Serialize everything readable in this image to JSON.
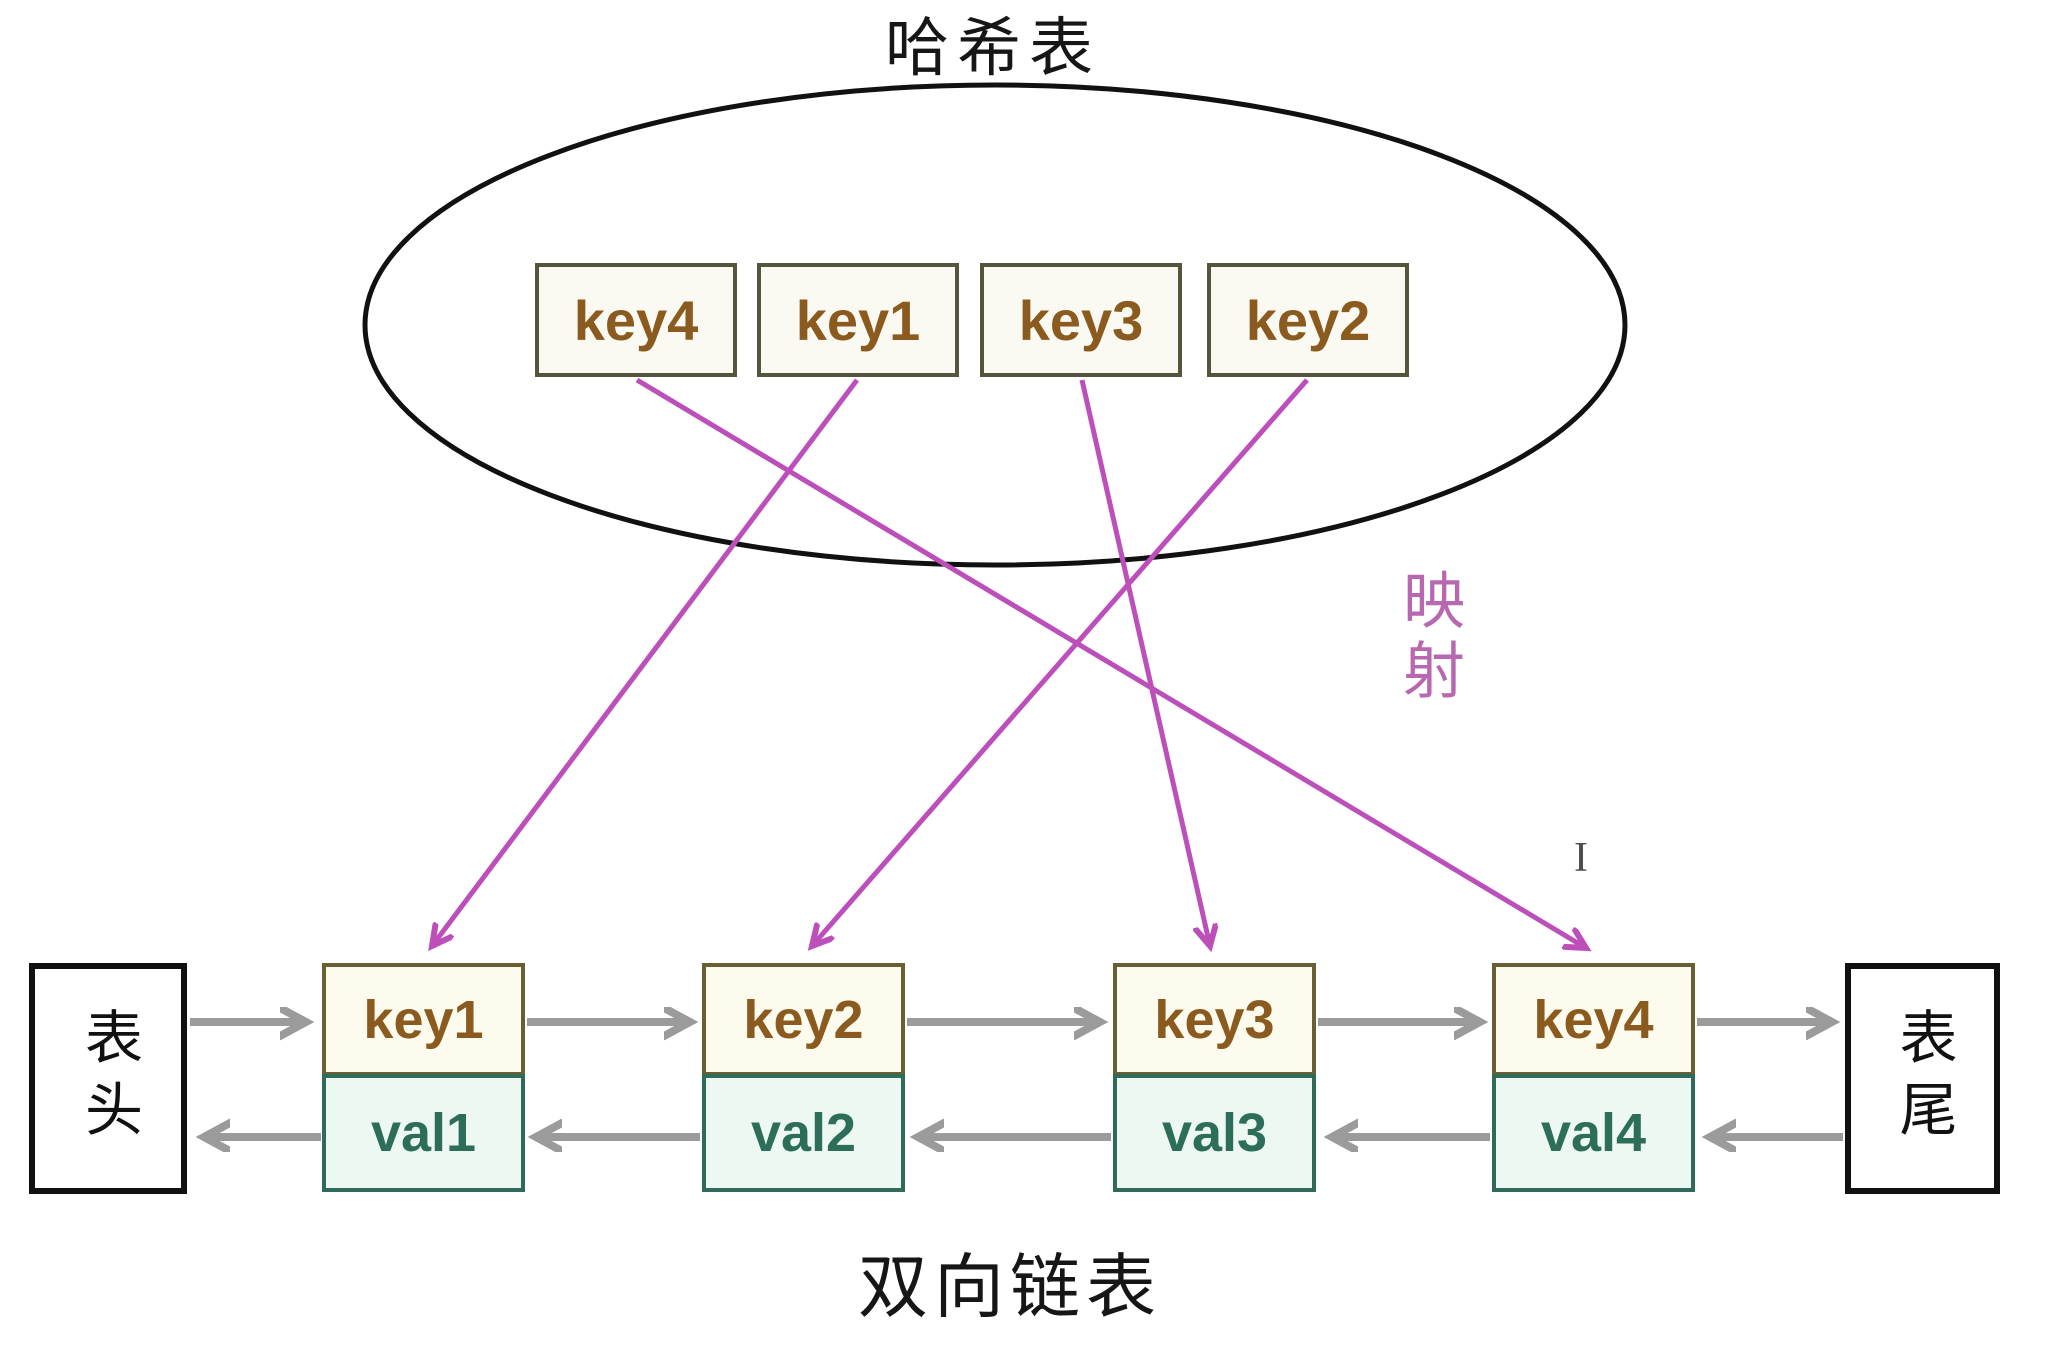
{
  "title": "哈希表",
  "hash_table": {
    "keys": [
      "key4",
      "key1",
      "key3",
      "key2"
    ]
  },
  "mapping_label": "映射",
  "linked_list": {
    "head_label": "表头",
    "tail_label": "表尾",
    "nodes": [
      {
        "key": "key1",
        "val": "val1"
      },
      {
        "key": "key2",
        "val": "val2"
      },
      {
        "key": "key3",
        "val": "val3"
      },
      {
        "key": "key4",
        "val": "val4"
      }
    ]
  },
  "bottom_label": "双向链表",
  "cursor": {
    "glyph": "I"
  },
  "colors": {
    "background": "#ffffff",
    "outline_black": "#111111",
    "hash_box_border": "#55553e",
    "hash_box_bg": "#fbfaf2",
    "key_text": "#8a5a1e",
    "node_key_border": "#6a5f33",
    "node_key_bg": "#fdfbee",
    "node_val_border": "#2e6b5b",
    "node_val_bg": "#eef8f2",
    "val_text": "#2d6e5b",
    "mapping_arrow": "#bc4fba",
    "mapping_label_text": "#b768b1",
    "list_arrow_gray": "#9b9b9b"
  }
}
